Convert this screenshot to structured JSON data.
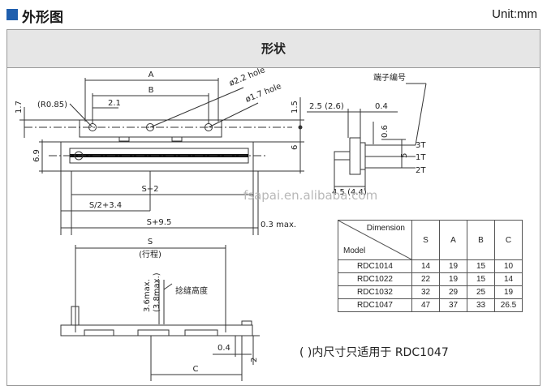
{
  "header": {
    "section_title": "外形图",
    "unit": "Unit:mm"
  },
  "panel": {
    "title": "形状"
  },
  "top_view": {
    "dim_A": "A",
    "dim_B": "B",
    "hole_22": "ø2.2 hole",
    "hole_17": "ø1.7 hole",
    "r085": "(R0.85)",
    "d21": "2.1",
    "d17": "1.7",
    "d69": "6.9",
    "d15": "1.5",
    "d6": "6",
    "s_plus_2": "S+2",
    "s_half": "S/2+3.4",
    "s_plus_95": "S+9.5",
    "d03max": "0.3 max."
  },
  "side_view": {
    "terminal_no": "端子编号",
    "d25": "2.5 (2.6)",
    "d04": "0.4",
    "d06": "0.6",
    "d5": "5",
    "d45": "4.5 (4.4)",
    "t3": "3T",
    "t1": "1T",
    "t2": "2T"
  },
  "front_view": {
    "S": "S",
    "travel": "(行程)",
    "max36": "3.6max.",
    "max38": "(3.8max.)",
    "seam_height": "捻缝高度",
    "d04": "0.4",
    "d2": "2",
    "C": "C"
  },
  "watermark": "fsapai.en.alibaba.com",
  "spec_table": {
    "dimension_label": "Dimension",
    "model_label": "Model",
    "columns": [
      "S",
      "A",
      "B",
      "C"
    ],
    "rows": [
      {
        "model": "RDC1014",
        "values": [
          "14",
          "19",
          "15",
          "10"
        ]
      },
      {
        "model": "RDC1022",
        "values": [
          "22",
          "19",
          "15",
          "14"
        ]
      },
      {
        "model": "RDC1032",
        "values": [
          "32",
          "29",
          "25",
          "19"
        ]
      },
      {
        "model": "RDC1047",
        "values": [
          "47",
          "37",
          "33",
          "26.5"
        ]
      }
    ]
  },
  "footnote": "( )内尺寸只适用于 RDC1047"
}
